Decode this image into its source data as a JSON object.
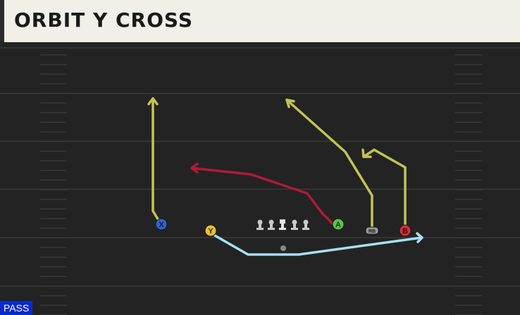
{
  "play": {
    "name": "ORBIT Y CROSS",
    "type_label": "PASS"
  },
  "colors": {
    "title_bg": "#f1efe8",
    "field_bg": "#232323",
    "yard_line": "#3a3a3a",
    "route_yellow": "#c3c355",
    "route_red": "#b01a35",
    "route_blue": "#a8e0ef",
    "badge_bg": "#0a2cc9"
  },
  "players": [
    {
      "label": "X",
      "color": "#2f66c9"
    },
    {
      "label": "Y",
      "color": "#e8c22e"
    },
    {
      "label": "A",
      "color": "#5cc44a"
    },
    {
      "label": "RB",
      "color": "#9a9a9a"
    },
    {
      "label": "B",
      "color": "#d8303e"
    }
  ],
  "linemen_count": 5
}
